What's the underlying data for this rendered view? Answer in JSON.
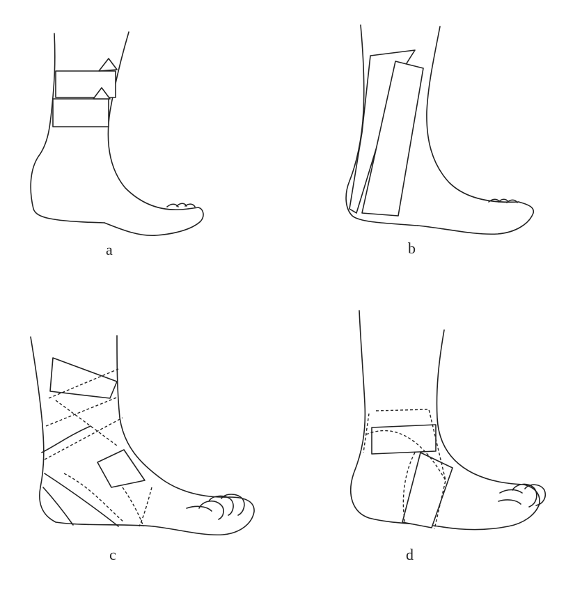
{
  "figure": {
    "panels": [
      {
        "id": "a",
        "label": "a"
      },
      {
        "id": "b",
        "label": "b"
      },
      {
        "id": "c",
        "label": "c"
      },
      {
        "id": "d",
        "label": "d"
      }
    ],
    "colors": {
      "line": "#222222",
      "background": "#ffffff"
    }
  }
}
